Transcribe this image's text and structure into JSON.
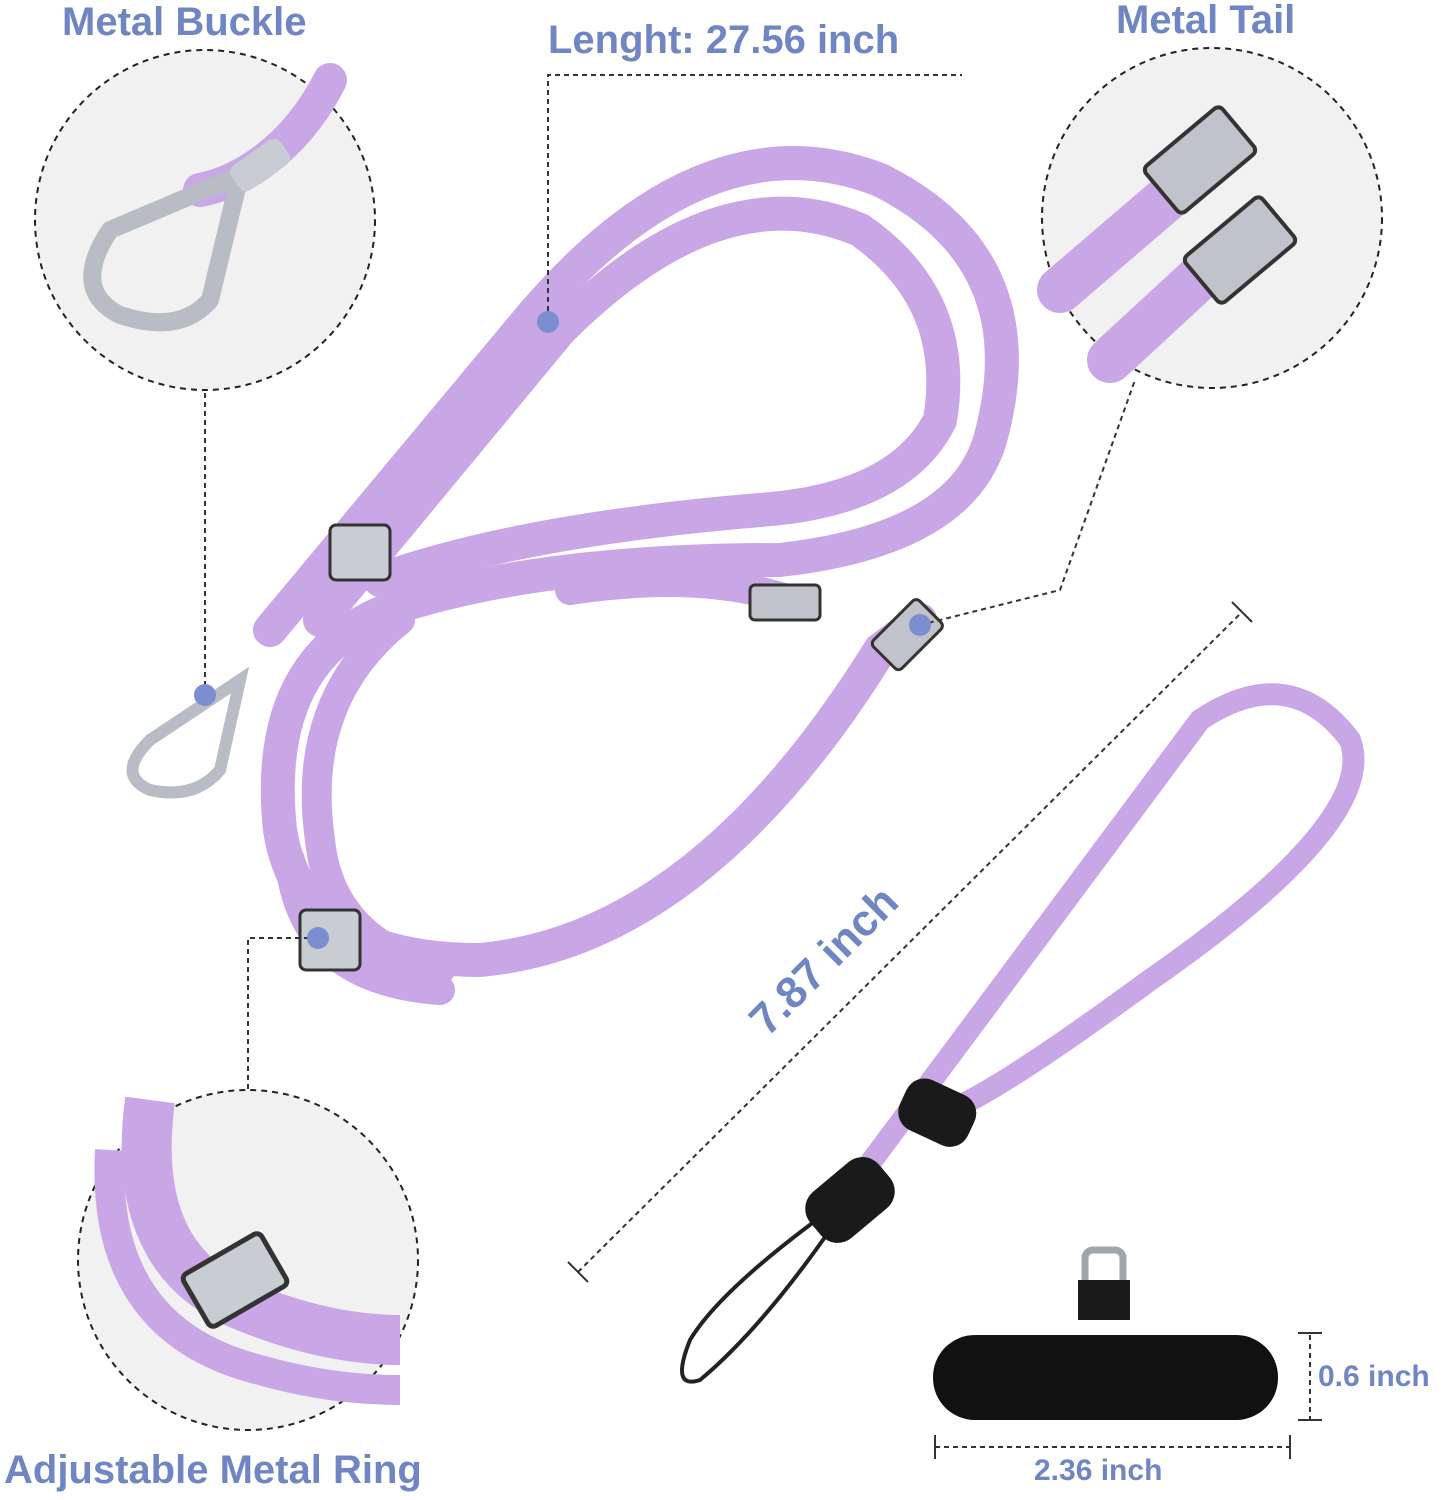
{
  "labels": {
    "metal_buckle": "Metal Buckle",
    "length": "Lenght: 27.56 inch",
    "metal_tail": "Metal Tail",
    "adjustable_ring": "Adjustable Metal Ring",
    "wrist_length": "7.87 inch",
    "patch_height": "0.6 inch",
    "patch_width": "2.36 inch"
  },
  "colors": {
    "cord": "#c9a6e6",
    "cord_shade": "#a982cc",
    "label": "#6f86c2",
    "dot": "#7b8fd0",
    "metal": "#b8bcc4",
    "patch": "#111111"
  }
}
